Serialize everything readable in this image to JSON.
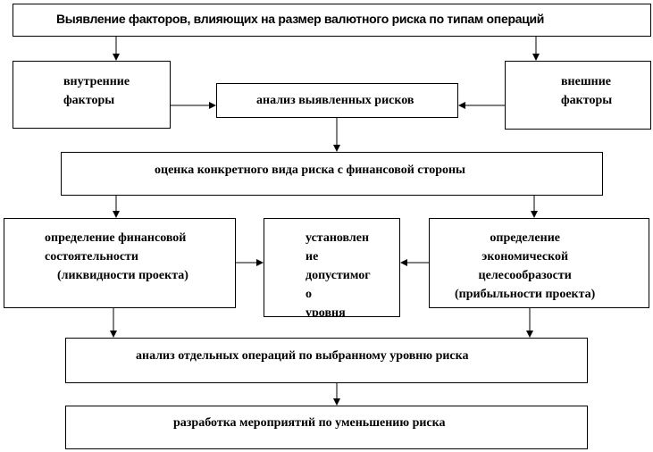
{
  "boxes": {
    "top": "Выявление факторов, влияющих на размер валютного риска по типам операций",
    "internal": "внутренние\nфакторы",
    "analysis": "анализ выявленных рисков",
    "external": "внешние\nфакторы",
    "assessment": "оценка конкретного вида риска с финансовой стороны",
    "financial_state": "определение финансовой\nсостоятельности\n    (ликвидности проекта)",
    "acceptable_level": "установлен\nие\nдопустимог\nо\nуровня",
    "economic": "определение\nэкономической\nцелесообразости\n(прибыльности проекта)",
    "operations_analysis": "анализ отдельных операций по выбранному уровню риска",
    "measures": "разработка мероприятий по уменьшению риска"
  }
}
